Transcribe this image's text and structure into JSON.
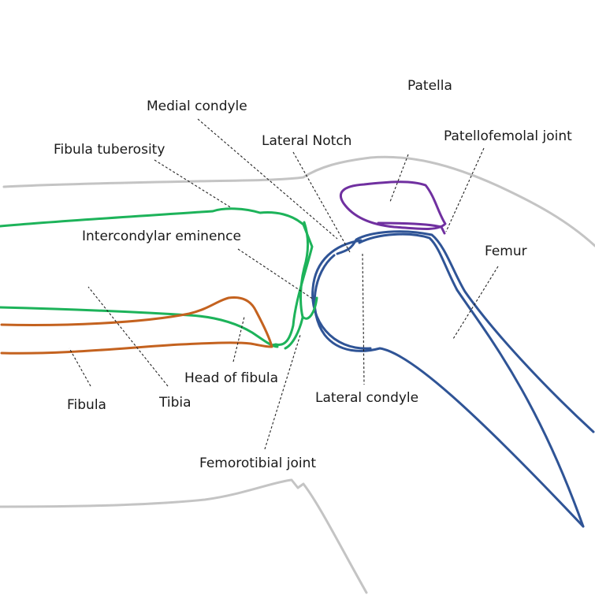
{
  "colors": {
    "outline": "#c4c4c4",
    "tibia": "#1db35a",
    "fibula": "#c4621f",
    "femur": "#2f5496",
    "patella": "#7030a0",
    "leader": "#222222"
  },
  "labels": {
    "patella": "Patella",
    "medial_condyle": "Medial condyle",
    "lateral_notch": "Lateral Notch",
    "patellofemoral_joint": "Patellofemolal joint",
    "fibula_tuberosity": "Fibula tuberosity",
    "intercondylar_eminence": "Intercondylar eminence",
    "femur": "Femur",
    "head_of_fibula": "Head of fibula",
    "lateral_condyle": "Lateral condyle",
    "fibula": "Fibula",
    "tibia": "Tibia",
    "femorotibial_joint": "Femorotibial joint"
  }
}
